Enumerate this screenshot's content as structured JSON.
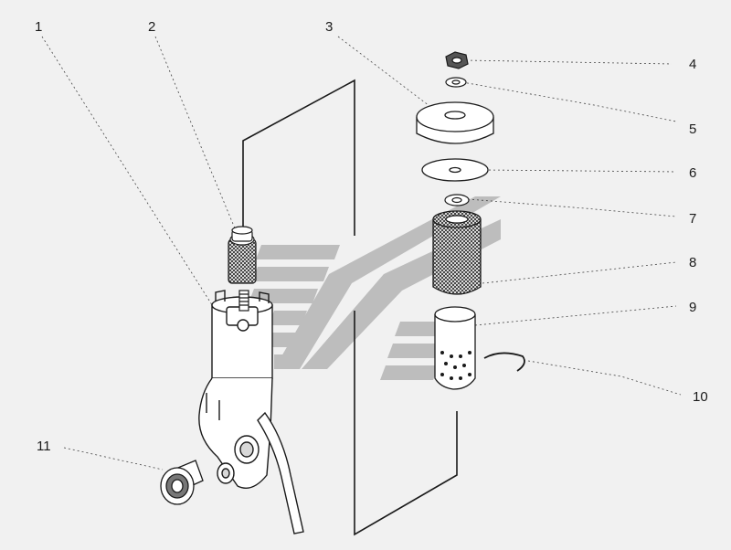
{
  "diagram": {
    "callouts": [
      {
        "id": "1",
        "label": "1"
      },
      {
        "id": "2",
        "label": "2"
      },
      {
        "id": "3",
        "label": "3"
      },
      {
        "id": "4",
        "label": "4"
      },
      {
        "id": "5",
        "label": "5"
      },
      {
        "id": "6",
        "label": "6"
      },
      {
        "id": "7",
        "label": "7"
      },
      {
        "id": "8",
        "label": "8"
      },
      {
        "id": "9",
        "label": "9"
      },
      {
        "id": "10",
        "label": "10"
      },
      {
        "id": "11",
        "label": "11"
      }
    ],
    "colors": {
      "ink": "#1a1a1a",
      "background": "#f1f1f1",
      "watermark": "#b4b4b4"
    },
    "watermark": "logo-stripes"
  }
}
